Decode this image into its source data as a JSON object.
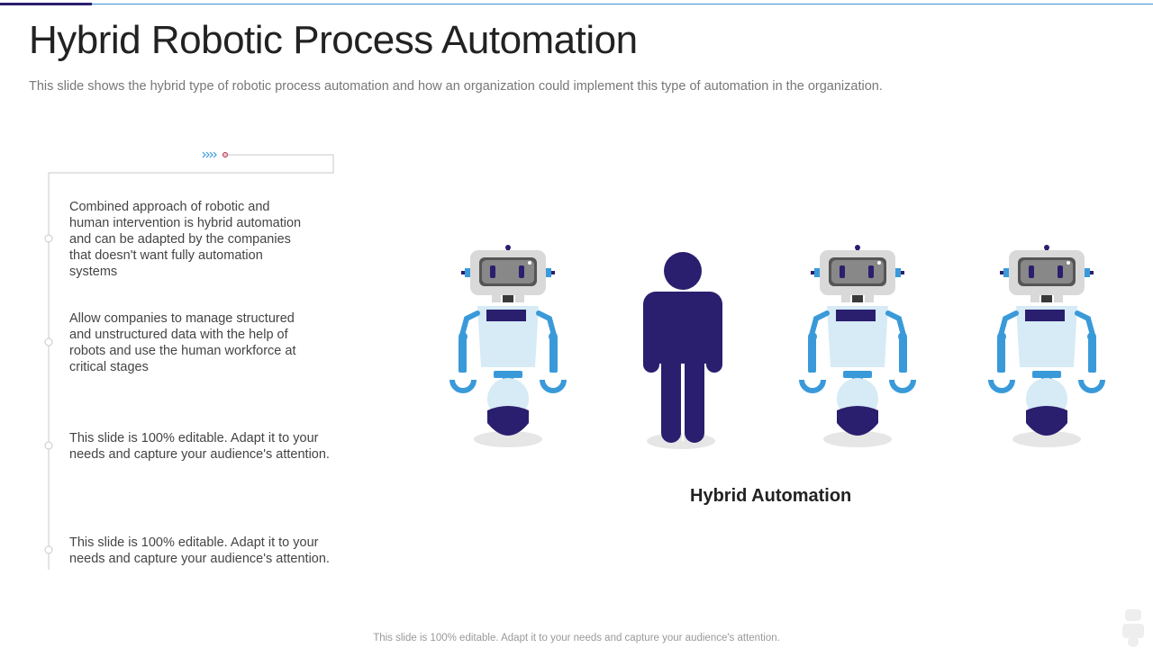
{
  "slide": {
    "title": "Hybrid Robotic Process Automation",
    "subtitle": "This slide shows the hybrid type of robotic process automation and how an organization could implement this type of automation in the organization."
  },
  "points": [
    "Combined approach of robotic and human intervention  is hybrid automation and can be adapted by the companies that doesn't want fully automation systems",
    "Allow companies to manage structured and unstructured data with the help of robots and use the human workforce at critical stages",
    "This slide is 100% editable.  Adapt it to your needs and capture your audience's attention.",
    "This slide is 100% editable.  Adapt it to your needs and capture your audience's attention."
  ],
  "figures": {
    "icons": [
      "robot-icon",
      "human-icon",
      "robot-icon",
      "robot-icon"
    ],
    "caption": "Hybrid Automation"
  },
  "footer": "This slide is 100% editable. Adapt it to your needs and capture your audience's attention.",
  "colors": {
    "accent_dark": "#2a1f6e",
    "accent_blue": "#3b8fd6",
    "robot_blue": "#3a9ad9",
    "robot_body": "#d6ebf5",
    "robot_head": "#d9d9d9"
  }
}
